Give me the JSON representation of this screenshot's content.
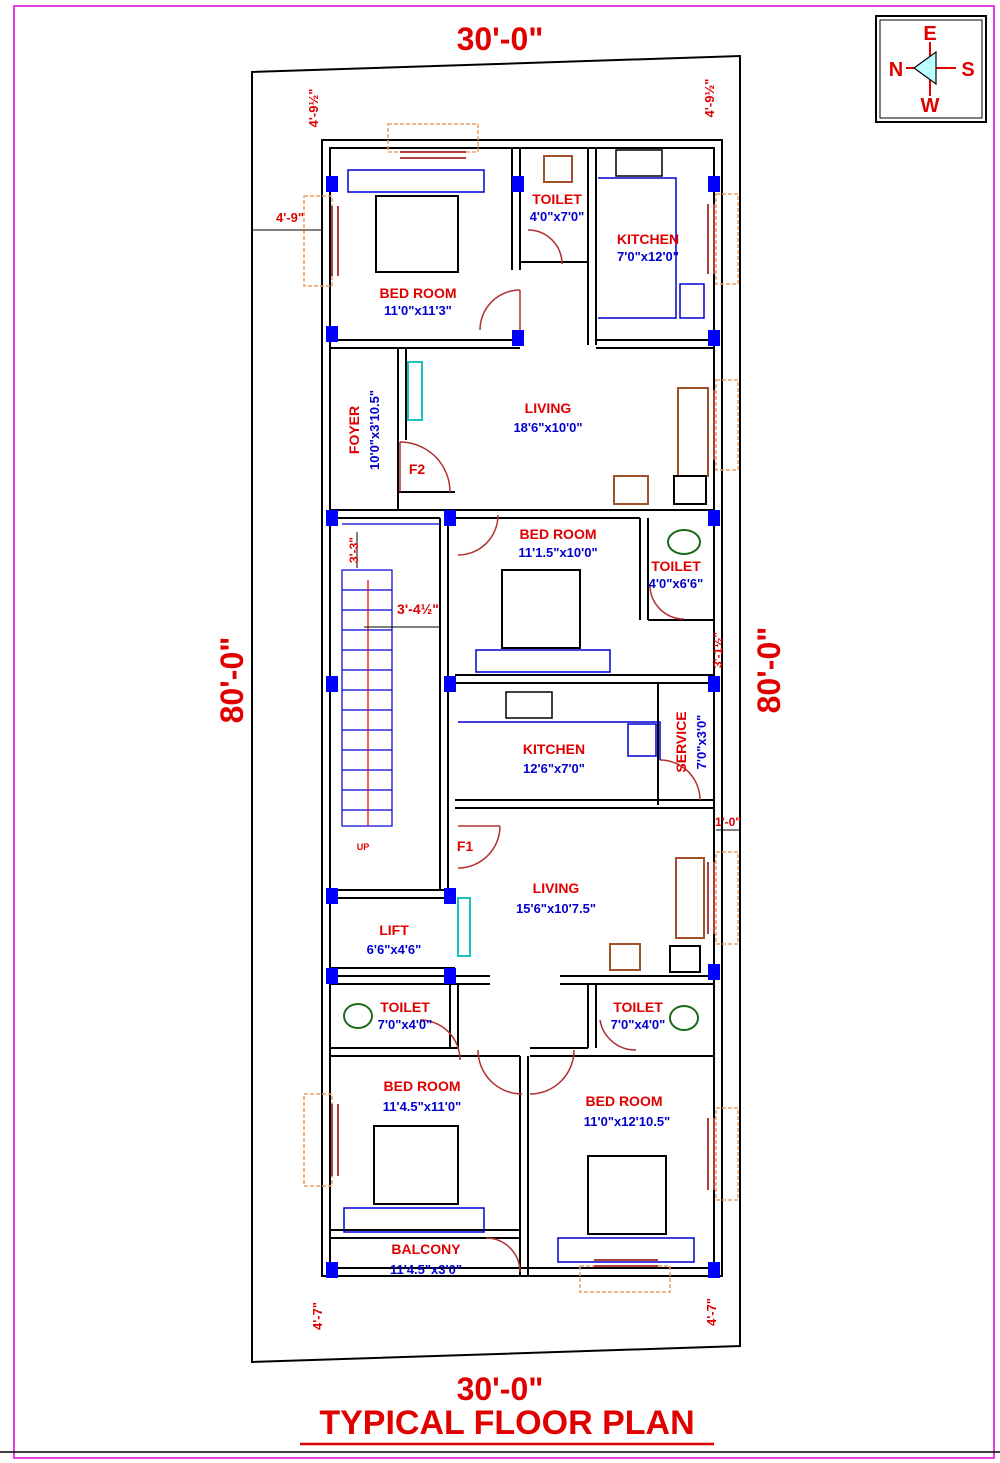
{
  "title": "TYPICAL FLOOR PLAN",
  "dimensions": {
    "top_width": "30'-0\"",
    "bottom_width": "30'-0\"",
    "left_length": "80'-0\"",
    "right_length": "80'-0\"",
    "top_setback_left": "4'-9½\"",
    "top_setback_right": "4'-9½\"",
    "left_setback": "4'-9\"",
    "stair_landing": "3'-3\"",
    "stair_width": "3'-4½\"",
    "side_gap": "3'-1½\"",
    "side_offset": "1'-0\"",
    "bottom_setback_left": "4'-7\"",
    "bottom_setback_right": "4'-7\""
  },
  "compass": {
    "north": "N",
    "south": "S",
    "east": "E",
    "west": "W"
  },
  "rooms": {
    "bed1": {
      "name": "BED ROOM",
      "size": "11'0\"x11'3\""
    },
    "toilet1": {
      "name": "TOILET",
      "size": "4'0\"x7'0\""
    },
    "kitchen1": {
      "name": "KITCHEN",
      "size": "7'0\"x12'0\""
    },
    "foyer": {
      "name": "FOYER",
      "size": "10'0\"x3'10.5\""
    },
    "living1": {
      "name": "LIVING",
      "size": "18'6\"x10'0\""
    },
    "f2": {
      "name": "F2"
    },
    "bed2": {
      "name": "BED ROOM",
      "size": "11'1.5\"x10'0\""
    },
    "toilet2": {
      "name": "TOILET",
      "size": "4'0\"x6'6\""
    },
    "kitchen2": {
      "name": "KITCHEN",
      "size": "12'6\"x7'0\""
    },
    "service": {
      "name": "SERVICE",
      "size": "7'0\"x3'0\""
    },
    "f1": {
      "name": "F1"
    },
    "living2": {
      "name": "LIVING",
      "size": "15'6\"x10'7.5\""
    },
    "lift": {
      "name": "LIFT",
      "size": "6'6\"x4'6\""
    },
    "up": {
      "name": "UP"
    },
    "toilet3": {
      "name": "TOILET",
      "size": "7'0\"x4'0\""
    },
    "toilet4": {
      "name": "TOILET",
      "size": "7'0\"x4'0\""
    },
    "bed3": {
      "name": "BED ROOM",
      "size": "11'4.5\"x11'0\""
    },
    "bed4": {
      "name": "BED ROOM",
      "size": "11'0\"x12'10.5\""
    },
    "balcony": {
      "name": "BALCONY",
      "size": "11'4.5\"x3'0\""
    }
  },
  "colors": {
    "border": "#e040e0",
    "label_red": "#e00000",
    "label_blue": "#0000d0",
    "column": "#0000ff",
    "furniture": "#a0522d",
    "window": "#f0a060"
  }
}
